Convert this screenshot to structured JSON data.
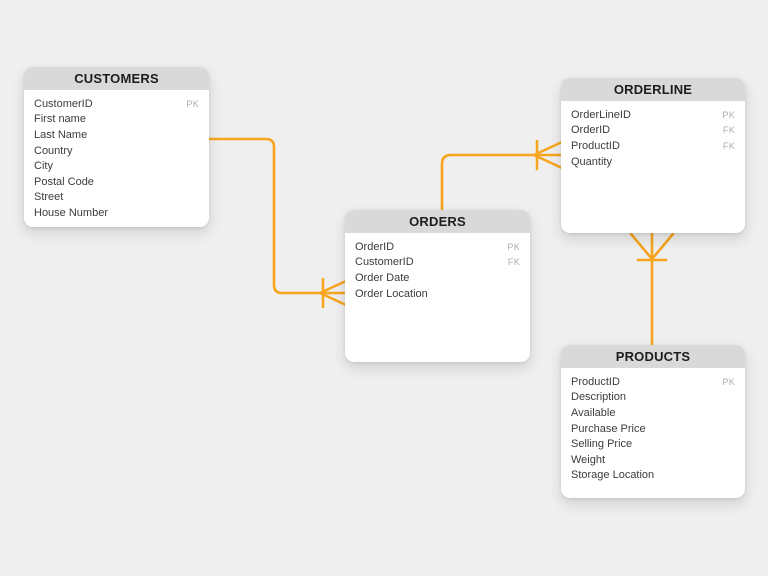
{
  "canvas": {
    "background_color": "#EFEFEF",
    "line_color": "#F7A51F",
    "header_color": "#D9D9D9"
  },
  "tables": [
    {
      "id": "customers",
      "title": "CUSTOMERS",
      "fields": [
        {
          "name": "CustomerID",
          "key": "PK"
        },
        {
          "name": "First name",
          "key": ""
        },
        {
          "name": "Last Name",
          "key": ""
        },
        {
          "name": "Country",
          "key": ""
        },
        {
          "name": "City",
          "key": ""
        },
        {
          "name": "Postal Code",
          "key": ""
        },
        {
          "name": "Street",
          "key": ""
        },
        {
          "name": "House Number",
          "key": ""
        }
      ]
    },
    {
      "id": "orders",
      "title": "ORDERS",
      "fields": [
        {
          "name": "OrderID",
          "key": "PK"
        },
        {
          "name": "CustomerID",
          "key": "FK"
        },
        {
          "name": "Order Date",
          "key": ""
        },
        {
          "name": "Order Location",
          "key": ""
        }
      ]
    },
    {
      "id": "orderline",
      "title": "ORDERLINE",
      "fields": [
        {
          "name": "OrderLineID",
          "key": "PK"
        },
        {
          "name": "OrderID",
          "key": "FK"
        },
        {
          "name": "ProductID",
          "key": "FK"
        },
        {
          "name": "Quantity",
          "key": ""
        }
      ]
    },
    {
      "id": "products",
      "title": "PRODUCTS",
      "fields": [
        {
          "name": "ProductID",
          "key": "PK"
        },
        {
          "name": "Description",
          "key": ""
        },
        {
          "name": "Available",
          "key": ""
        },
        {
          "name": "Purchase Price",
          "key": ""
        },
        {
          "name": "Selling Price",
          "key": ""
        },
        {
          "name": "Weight",
          "key": ""
        },
        {
          "name": "Storage Location",
          "key": ""
        }
      ]
    }
  ],
  "relationships": [
    {
      "from": "CUSTOMERS",
      "to": "ORDERS",
      "cardinality": "one-to-many",
      "many_end": "ORDERS"
    },
    {
      "from": "ORDERS",
      "to": "ORDERLINE",
      "cardinality": "one-to-many",
      "many_end": "ORDERLINE"
    },
    {
      "from": "PRODUCTS",
      "to": "ORDERLINE",
      "cardinality": "one-to-many",
      "many_end": "ORDERLINE"
    }
  ]
}
